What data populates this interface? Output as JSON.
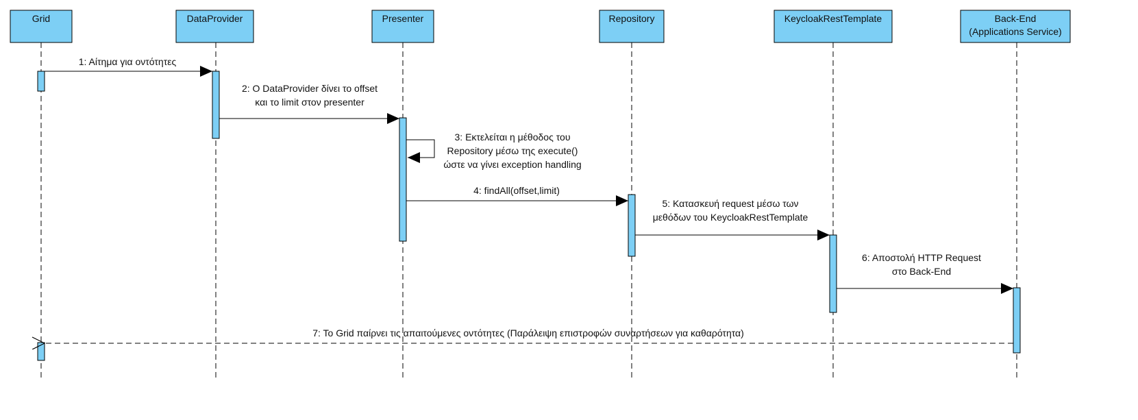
{
  "colors": {
    "participant_fill": "#7DCFF5",
    "activation_fill": "#7DCFF5",
    "stroke": "#000000",
    "background": "#ffffff"
  },
  "participants": [
    {
      "id": "grid",
      "name": [
        "Grid"
      ]
    },
    {
      "id": "data-provider",
      "name": [
        "DataProvider"
      ]
    },
    {
      "id": "presenter",
      "name": [
        "Presenter"
      ]
    },
    {
      "id": "repository",
      "name": [
        "Repository"
      ]
    },
    {
      "id": "keycloak-rest-template",
      "name": [
        "KeycloakRestTemplate"
      ]
    },
    {
      "id": "back-end",
      "name": [
        "Back-End",
        "(Applications Service)"
      ]
    }
  ],
  "messages": [
    {
      "id": "msg-1",
      "from": "grid",
      "to": "data-provider",
      "type": "sync",
      "label": [
        "1: Αίτημα για οντότητες"
      ]
    },
    {
      "id": "msg-2",
      "from": "data-provider",
      "to": "presenter",
      "type": "sync",
      "label": [
        "2: Ο DataProvider δίνει το offset",
        "και το limit στον presenter"
      ]
    },
    {
      "id": "msg-3",
      "from": "presenter",
      "to": "presenter",
      "type": "self",
      "label": [
        "3: Εκτελείται η μέθοδος του",
        "Repository μέσω της execute()",
        "ώστε να γίνει exception handling"
      ]
    },
    {
      "id": "msg-4",
      "from": "presenter",
      "to": "repository",
      "type": "sync",
      "label": [
        "4: findAll(offset,limit)"
      ]
    },
    {
      "id": "msg-5",
      "from": "repository",
      "to": "keycloak-rest-template",
      "type": "sync",
      "label": [
        "5: Κατασκευή request μέσω των",
        "μεθόδων του KeycloakRestTemplate"
      ]
    },
    {
      "id": "msg-6",
      "from": "keycloak-rest-template",
      "to": "back-end",
      "type": "sync",
      "label": [
        "6: Αποστολή HTTP Request",
        "στο Back-End"
      ]
    },
    {
      "id": "msg-7",
      "from": "back-end",
      "to": "grid",
      "type": "return",
      "label": [
        "7: Το Grid παίρνει τις απαιτούμενες οντότητες (Παράλειψη επιστροφών συναρτήσεων για καθαρότητα)"
      ]
    }
  ]
}
